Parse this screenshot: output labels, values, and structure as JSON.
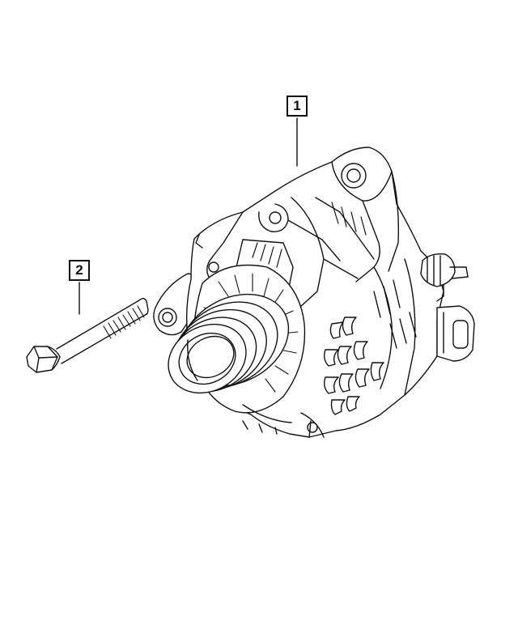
{
  "callouts": [
    {
      "label": "1",
      "part": "alternator"
    },
    {
      "label": "2",
      "part": "bolt"
    }
  ],
  "colors": {
    "line": "#111111",
    "background": "#ffffff"
  }
}
